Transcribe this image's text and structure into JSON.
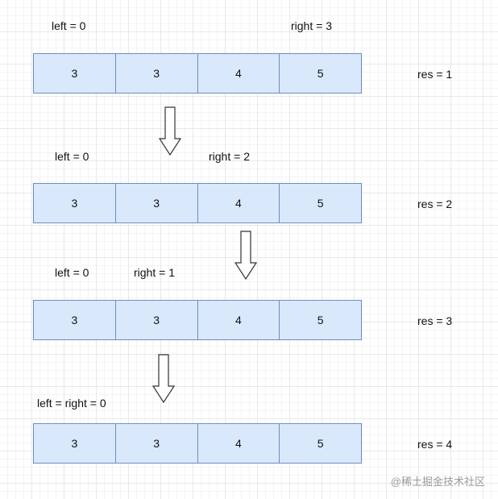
{
  "steps": [
    {
      "left_label": "left = 0",
      "right_label": "right = 3",
      "values": [
        "3",
        "3",
        "4",
        "5"
      ],
      "res": "res = 1"
    },
    {
      "left_label": "left = 0",
      "right_label": "right = 2",
      "values": [
        "3",
        "3",
        "4",
        "5"
      ],
      "res": "res = 2"
    },
    {
      "left_label": "left = 0",
      "right_label": "right = 1",
      "values": [
        "3",
        "3",
        "4",
        "5"
      ],
      "res": "res = 3"
    },
    {
      "left_label": "left = right = 0",
      "right_label": "",
      "values": [
        "3",
        "3",
        "4",
        "5"
      ],
      "res": "res = 4"
    }
  ],
  "watermark": "@稀土掘金技术社区",
  "colors": {
    "cell_fill": "#dae8fc",
    "cell_border": "#6c8ebf",
    "arrow_stroke": "#333333"
  },
  "icons": {
    "step_arrow": "down-arrow-icon"
  }
}
